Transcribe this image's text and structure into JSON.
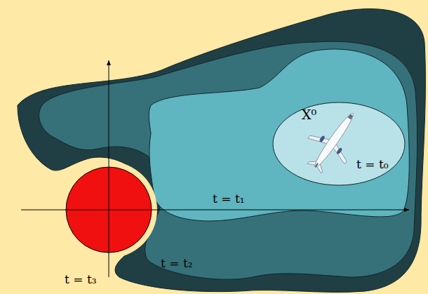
{
  "diagram": {
    "nodes": [
      {
        "text": [
          "X⁰",
          "t = t₀"
        ]
      }
    ],
    "labels": [
      "t = t₁",
      "t = t₂",
      "t = t₃"
    ]
  }
}
